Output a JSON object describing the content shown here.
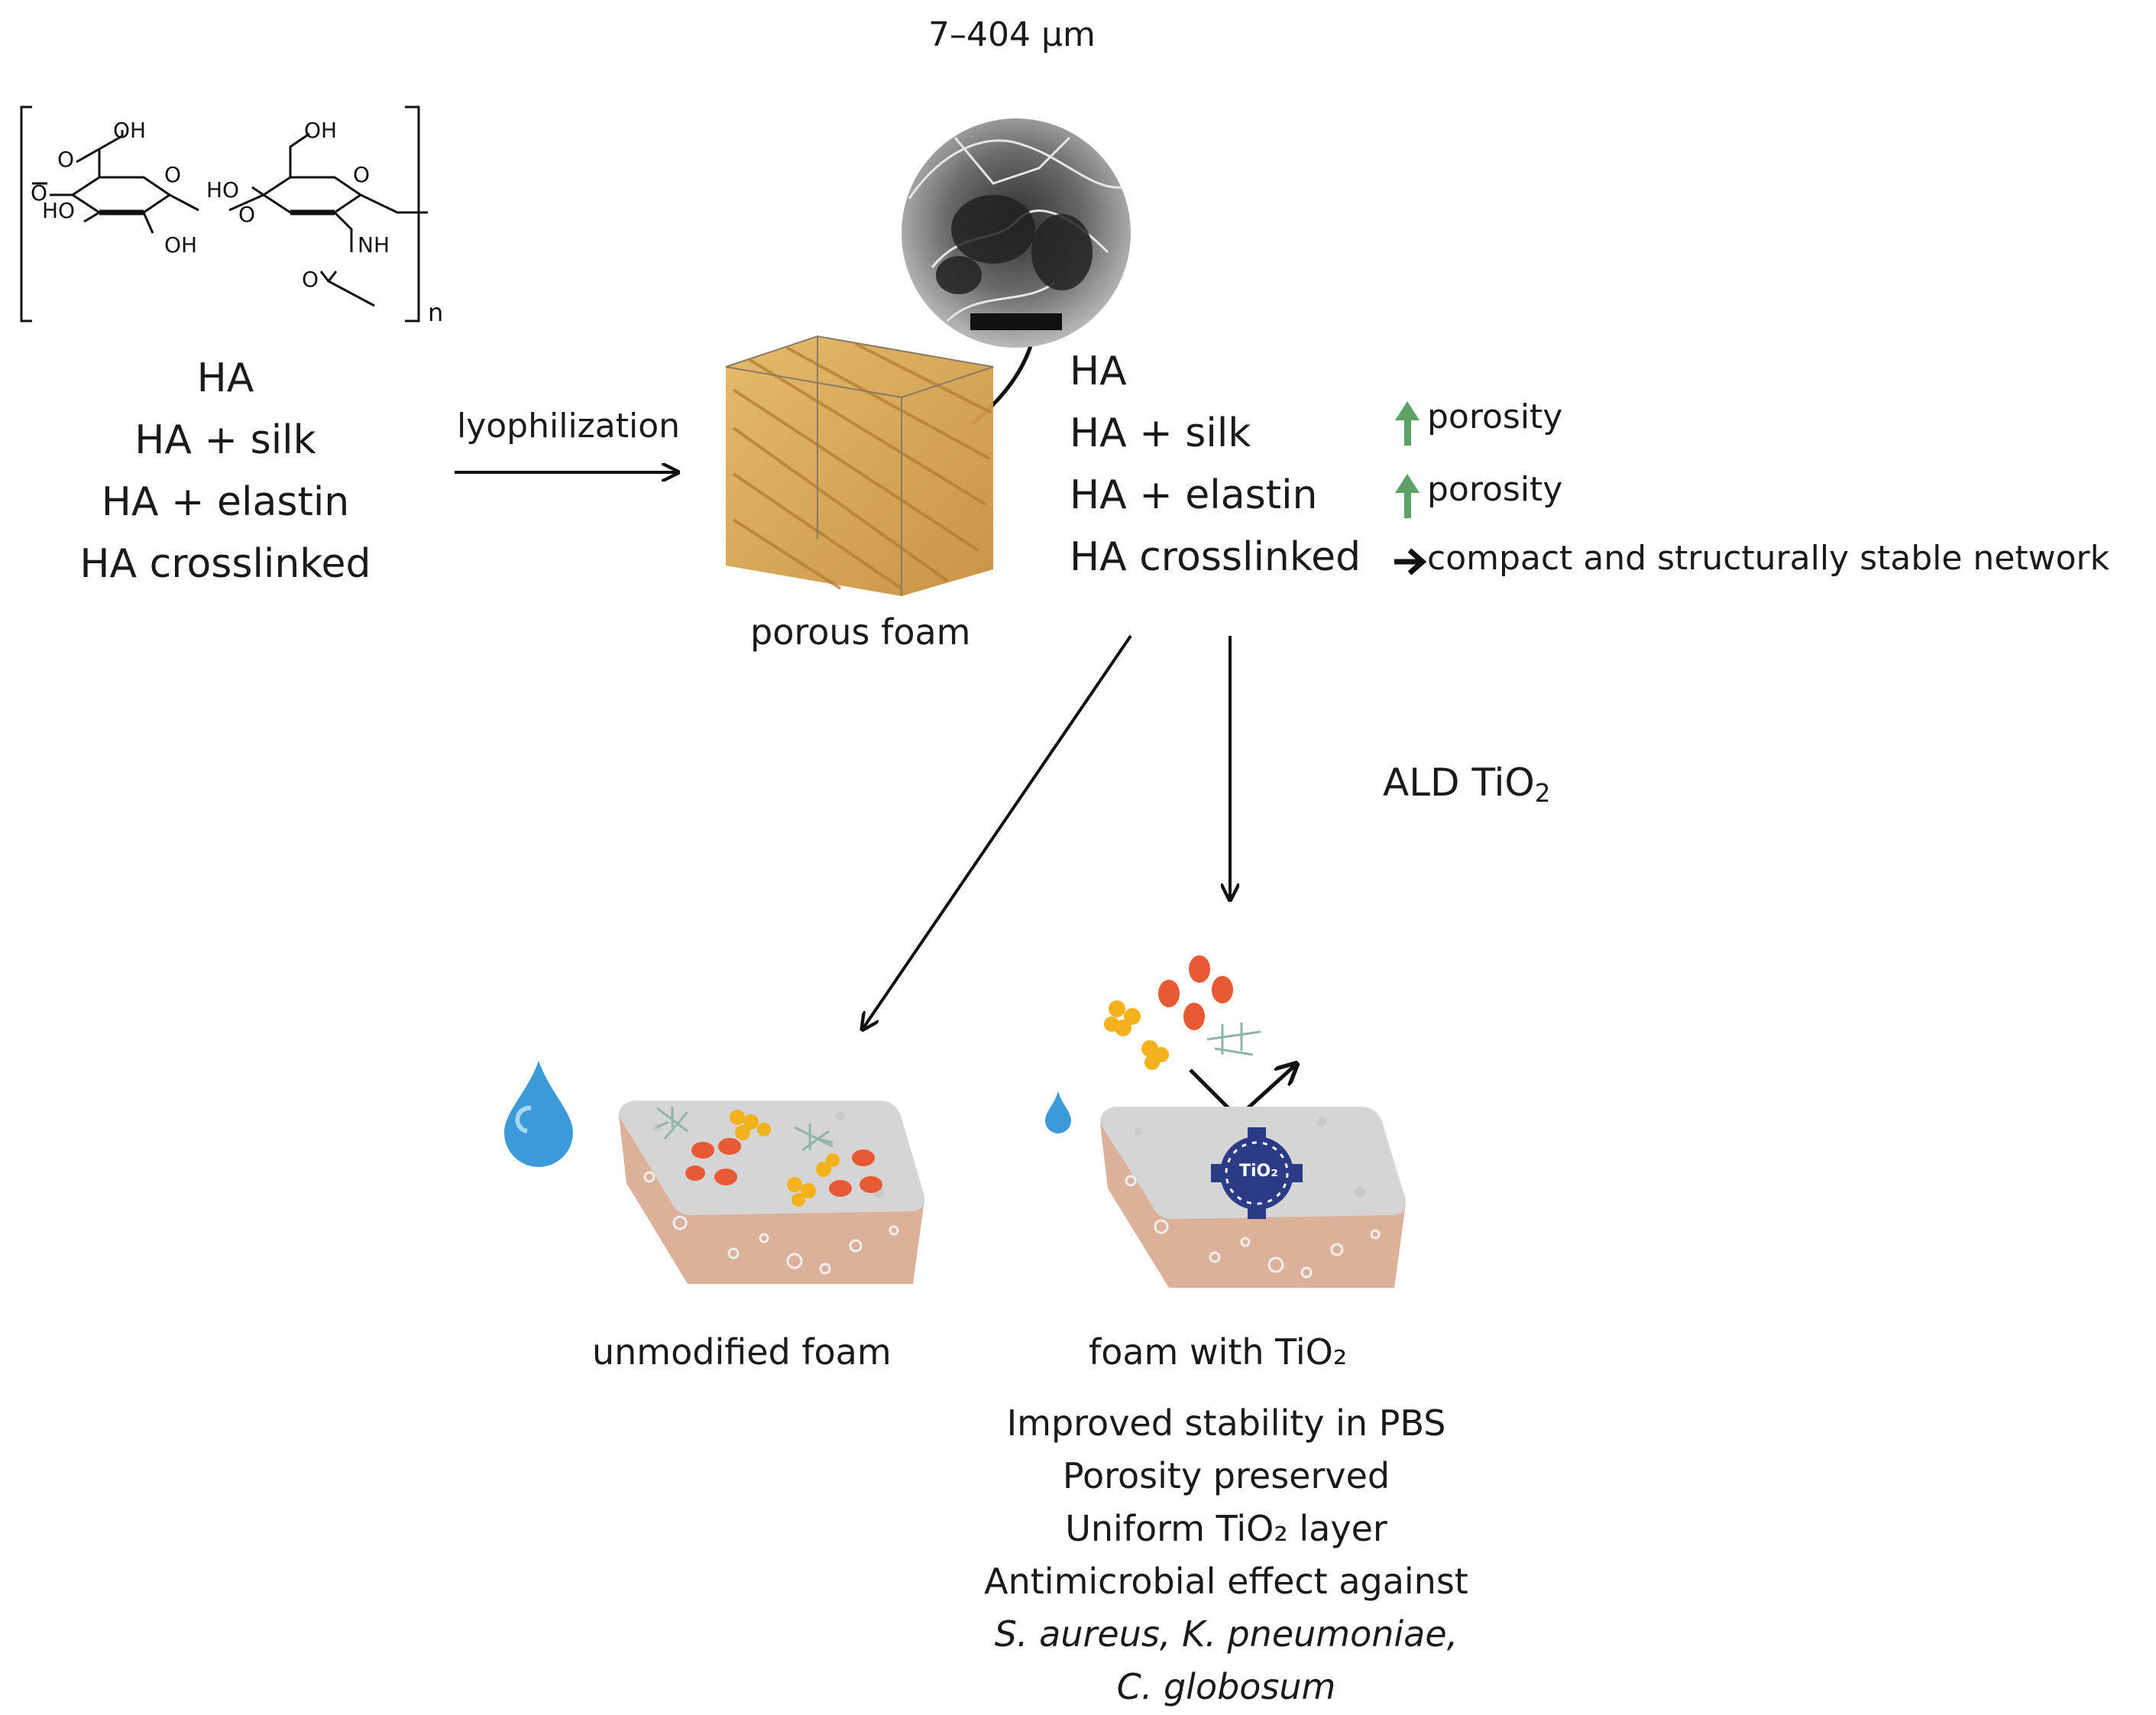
{
  "scale_label": "7–404 µm",
  "monomer": {
    "groups": [
      "OH",
      "O",
      "HO",
      "OH",
      "O",
      "O",
      "HO",
      "OH",
      "O",
      "NH",
      "O"
    ],
    "repeat_n": "n"
  },
  "starting_materials": [
    "HA",
    "HA + silk",
    "HA + elastin",
    "HA crosslinked"
  ],
  "process_step": "lyophilization",
  "foam_label": "porous foam",
  "variants": [
    "HA",
    "HA + silk",
    "HA + elastin",
    "HA crosslinked"
  ],
  "effects": [
    {
      "arrow": "up",
      "text": "porosity"
    },
    {
      "arrow": "up",
      "text": "porosity"
    },
    {
      "arrow": "right",
      "text": "compact and structurally stable network"
    }
  ],
  "ald": {
    "prefix": "ALD TiO",
    "sub": "2"
  },
  "unmodified_label": "unmodified foam",
  "modified_label": "foam with TiO₂",
  "badge": "TiO₂",
  "outcomes": [
    "Improved stability in PBS",
    "Porosity preserved",
    "Uniform TiO₂ layer",
    "Antimicrobial effect against"
  ],
  "organisms": [
    "S. aureus, K. pneumoniae,",
    "C. globosum"
  ],
  "colors": {
    "foam_block": "#ddb09a",
    "foam_top": "#d5d5d5",
    "water_drop": "#3d9ad9",
    "bacteria_red": "#e85a35",
    "cocci_yellow": "#f3b21c",
    "fungi_green": "#8fb5a6",
    "tio2_badge": "#2c3b86",
    "up_arrow": "#5ba264",
    "foam_scan": "#d8a34f"
  }
}
